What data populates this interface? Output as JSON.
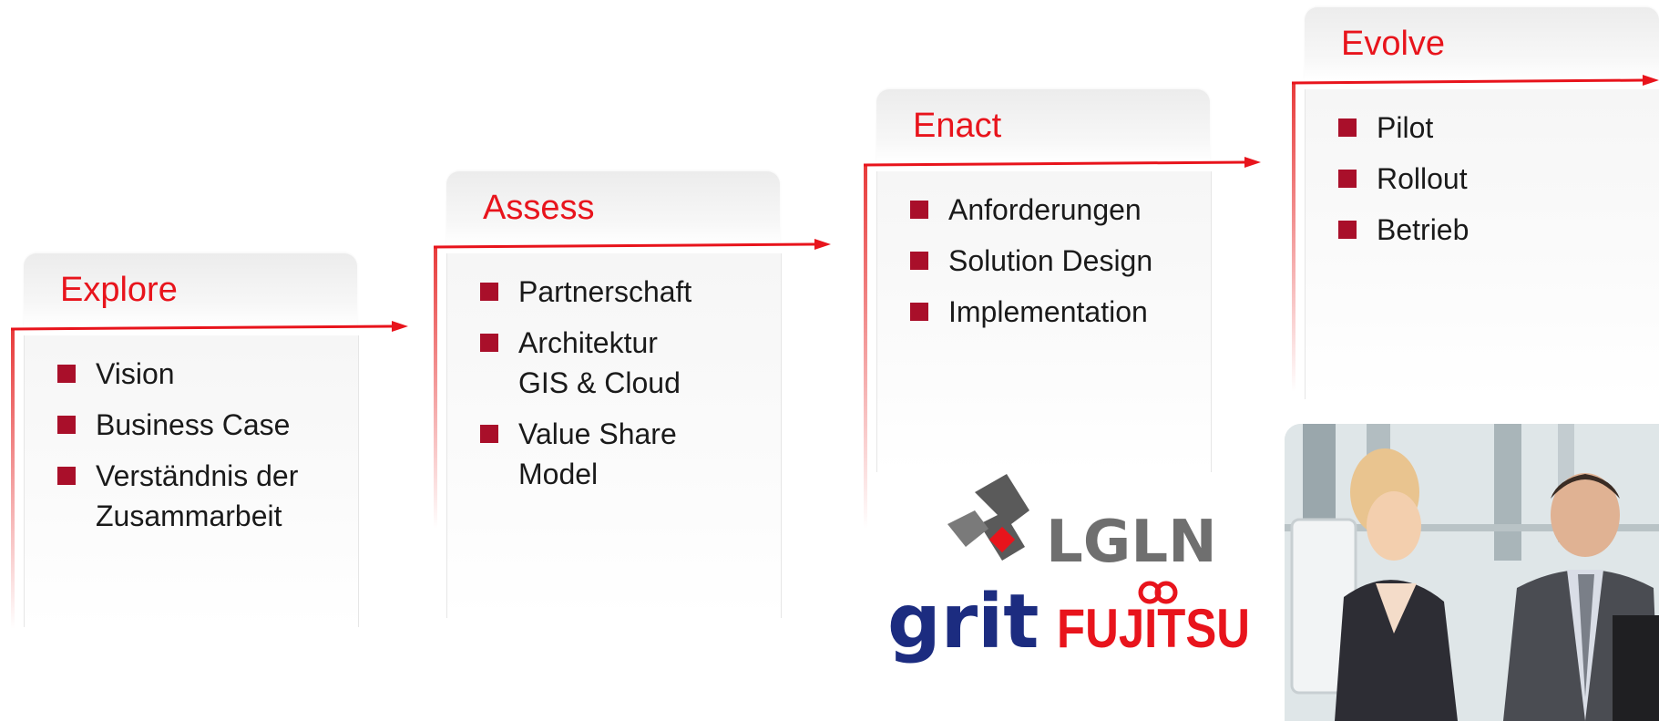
{
  "phases": [
    {
      "id": "explore",
      "title": "Explore",
      "items": [
        [
          "Vision"
        ],
        [
          "Business Case"
        ],
        [
          "Verständnis der",
          "Zusammarbeit"
        ]
      ]
    },
    {
      "id": "assess",
      "title": "Assess",
      "items": [
        [
          "Partnerschaft"
        ],
        [
          "Architektur",
          "GIS & Cloud"
        ],
        [
          "Value Share",
          "Model"
        ]
      ]
    },
    {
      "id": "enact",
      "title": "Enact",
      "items": [
        [
          "Anforderungen"
        ],
        [
          "Solution Design"
        ],
        [
          "Implementation"
        ]
      ]
    },
    {
      "id": "evolve",
      "title": "Evolve",
      "items": [
        [
          "Pilot"
        ],
        [
          "Rollout"
        ],
        [
          "Betrieb"
        ]
      ]
    }
  ],
  "logos": {
    "lgln": "LGLN",
    "grit": "grit",
    "fujitsu": "FUJITSU"
  },
  "colors": {
    "accent": "#e8141c",
    "bullet": "#a90f2a",
    "text": "#1a1a1a",
    "lgln_gray": "#6f6f6f",
    "grit_blue": "#1c2c80"
  }
}
